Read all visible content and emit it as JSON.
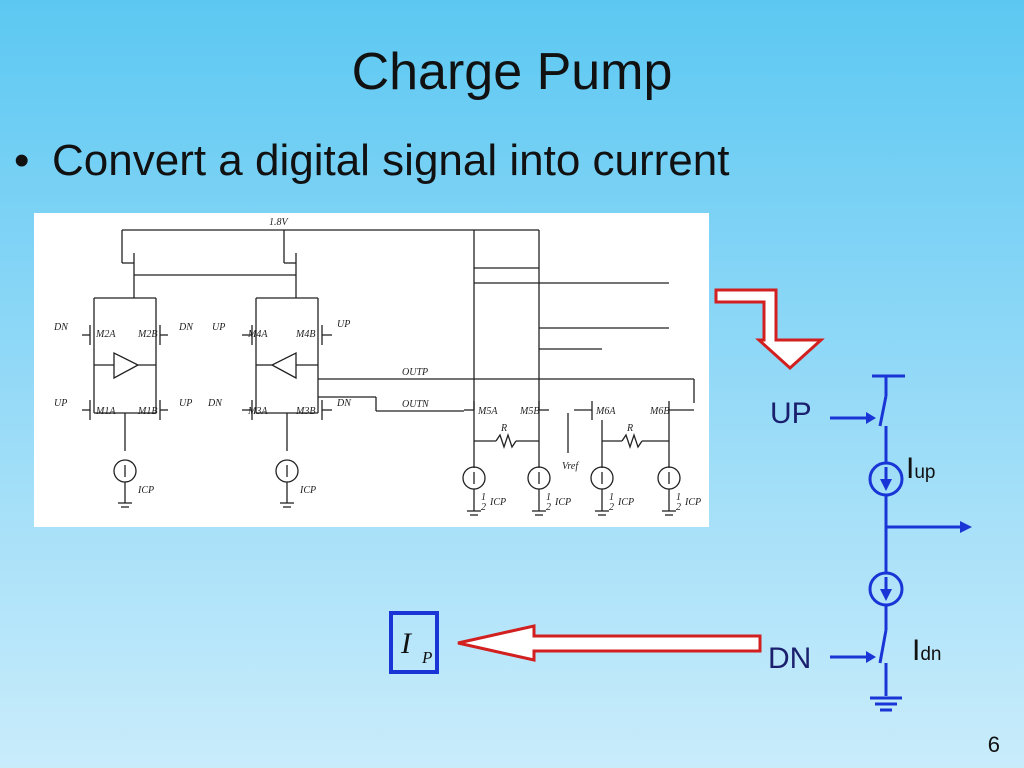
{
  "slide": {
    "title": "Charge Pump",
    "bullet_char": "•",
    "bullet_text": "Convert a digital signal into current",
    "page_number": "6"
  },
  "schematic": {
    "supply": "1.8V",
    "outp": "OUTP",
    "outn": "OUTN",
    "dn": "DN",
    "up": "UP",
    "m2a": "M2A",
    "m2b": "M2B",
    "m4a": "M4A",
    "m4b": "M4B",
    "m1a": "M1A",
    "m1b": "M1B",
    "m3a": "M3A",
    "m3b": "M3B",
    "m5a": "M5A",
    "m5b": "M5B",
    "m6a": "M6A",
    "m6b": "M6B",
    "r": "R",
    "icp": "ICP",
    "half": "1",
    "half_den": "2",
    "vref": "Vref"
  },
  "simple_circuit": {
    "up_label": "UP",
    "dn_label": "DN",
    "i_up_main": "I",
    "i_up_sub": "up",
    "i_dn_main": "I",
    "i_dn_sub": "dn",
    "ip_main": "I",
    "ip_sub": "P"
  },
  "colors": {
    "red_arrow": "#d21f1f",
    "blue_circuit": "#1a35d6"
  }
}
